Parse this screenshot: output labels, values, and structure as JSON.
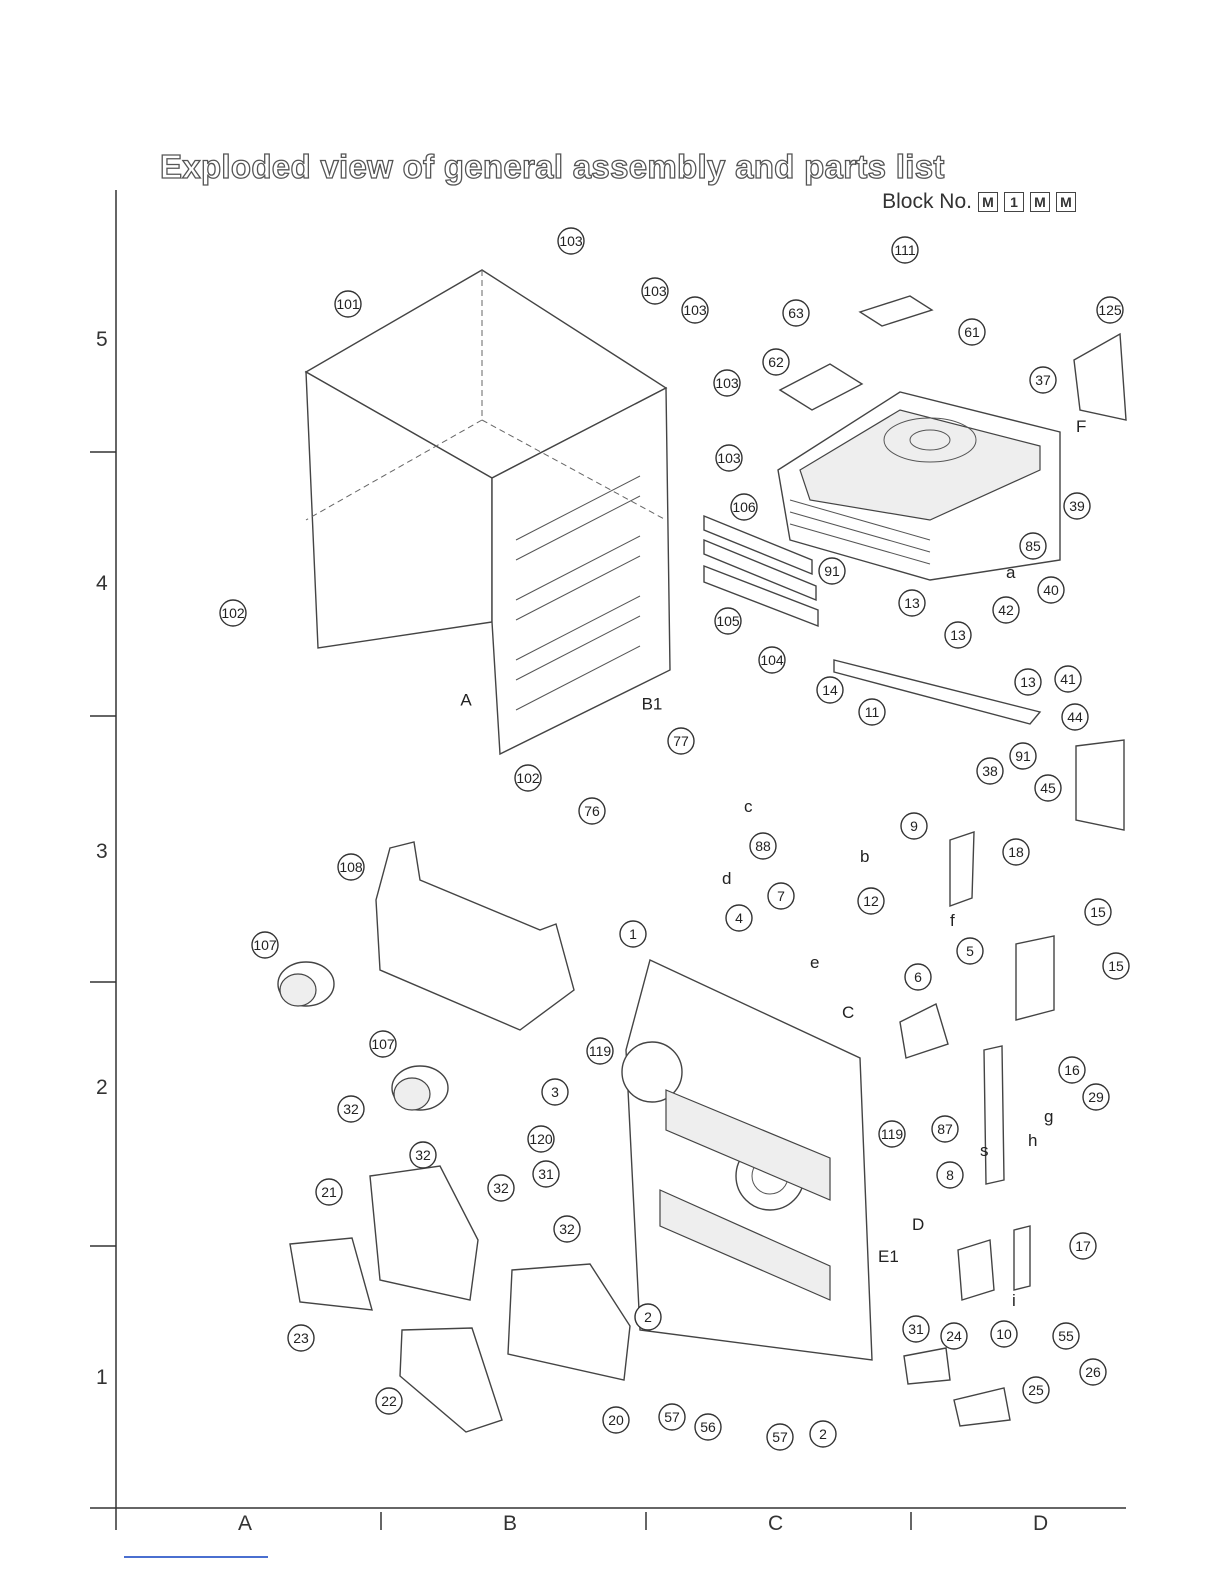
{
  "title": "Exploded view of general assembly and parts list",
  "block": {
    "label": "Block No.",
    "codes": [
      "M",
      "1",
      "M",
      "M"
    ]
  },
  "row_labels": [
    "5",
    "4",
    "3",
    "2",
    "1"
  ],
  "column_labels": [
    "A",
    "B",
    "C",
    "D"
  ],
  "callouts": [
    "103",
    "111",
    "101",
    "103",
    "103",
    "63",
    "61",
    "125",
    "37",
    "62",
    "103",
    "103",
    "106",
    "39",
    "85",
    "91",
    "40",
    "42",
    "105",
    "13",
    "13",
    "102",
    "104",
    "13",
    "41",
    "14",
    "44",
    "11",
    "A",
    "B1",
    "102",
    "77",
    "91",
    "38",
    "45",
    "76",
    "88",
    "9",
    "18",
    "108",
    "7",
    "12",
    "15",
    "107",
    "4",
    "1",
    "5",
    "15",
    "6",
    "119",
    "3",
    "107",
    "16",
    "120",
    "29",
    "119",
    "87",
    "32",
    "8",
    "31",
    "32",
    "32",
    "21",
    "32",
    "17",
    "2",
    "31",
    "24",
    "10",
    "55",
    "23",
    "57",
    "56",
    "26",
    "22",
    "20",
    "57",
    "25",
    "2"
  ],
  "letter_labels": [
    "F",
    "a",
    "c",
    "d",
    "b",
    "f",
    "e",
    "C",
    "g",
    "h",
    "s",
    "D",
    "E1",
    "i"
  ]
}
